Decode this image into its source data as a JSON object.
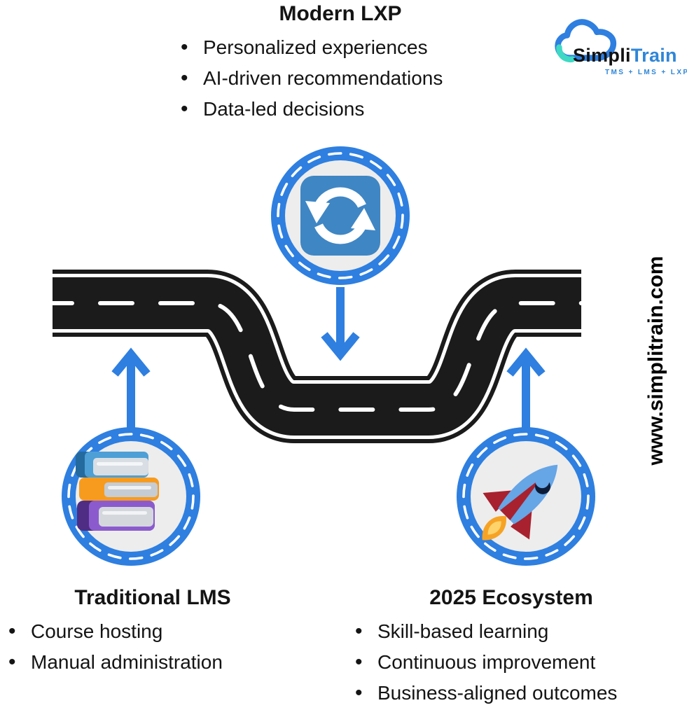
{
  "colors": {
    "accent-blue": "#2e7fe0",
    "road-black": "#1b1b1b",
    "circle-fill": "#ededed",
    "sync-blue": "#3f86c4",
    "logo-teal": "#3fd9c4",
    "brand-blue": "#2e86d8",
    "text-black": "#141414"
  },
  "modern_lxp": {
    "title": "Modern LXP",
    "bullets": [
      "Personalized experiences",
      "AI-driven recommendations",
      "Data-led decisions"
    ]
  },
  "traditional_lms": {
    "title": "Traditional LMS",
    "bullets": [
      "Course hosting",
      "Manual administration"
    ]
  },
  "ecosystem_2025": {
    "title": "2025 Ecosystem",
    "bullets": [
      "Skill-based learning",
      "Continuous improvement",
      "Business-aligned outcomes"
    ]
  },
  "logo": {
    "brand_first": "Simpli",
    "brand_second": "Train",
    "tagline": "TMS + LMS + LXP"
  },
  "watermark": "www.simplitrain.com",
  "icons": {
    "top": "sync-icon",
    "bottom_left": "books-icon",
    "bottom_right": "rocket-icon"
  }
}
